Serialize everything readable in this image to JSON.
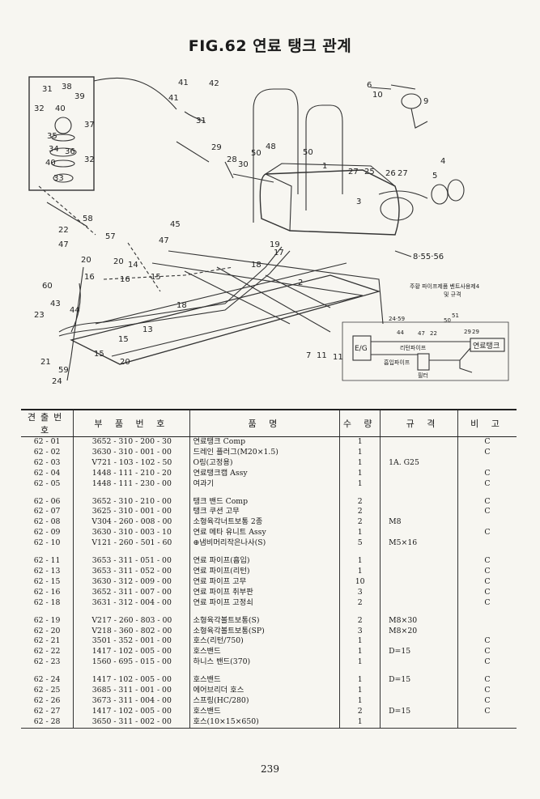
{
  "title": "FIG.62 연료 탱크 관계",
  "page_number": "239",
  "diagram": {
    "callouts": [
      "6",
      "10",
      "9",
      "42",
      "41",
      "41",
      "31",
      "31",
      "38",
      "39",
      "32",
      "40",
      "37",
      "35",
      "34",
      "36",
      "32",
      "40",
      "33",
      "29",
      "28",
      "30",
      "50",
      "48",
      "50",
      "1",
      "27",
      "25",
      "26",
      "27",
      "5",
      "4",
      "3",
      "58",
      "22",
      "57",
      "47",
      "45",
      "47",
      "19",
      "17",
      "18",
      "2",
      "20",
      "20",
      "14",
      "8·55·56",
      "60",
      "16",
      "16",
      "15",
      "43",
      "44",
      "23",
      "18",
      "13",
      "15",
      "15",
      "21",
      "20",
      "59",
      "24",
      "7",
      "11",
      "24·59",
      "50",
      "51",
      "29",
      "29",
      "44",
      "47",
      "22",
      "11"
    ],
    "note_line1": "주황 파이프제품 벤트사용제4",
    "note_line2": "및 규격",
    "flow_boxes": [
      "E/G",
      "연료탱크",
      "필터"
    ],
    "flow_labels": [
      "리턴파이프",
      "흡입파이프"
    ]
  },
  "table": {
    "headers": [
      "견출번호",
      "부 품 번 호",
      "품 명",
      "수 량",
      "규 격",
      "비 고"
    ],
    "groups": [
      [
        {
          "no": "62 - 01",
          "pn": "3652 - 310 - 200 - 30",
          "name": "연료탱크 Comp",
          "qty": "1",
          "spec": "",
          "note": "C"
        },
        {
          "no": "62 - 02",
          "pn": "3630 - 310 - 001 - 00",
          "name": "드레인 플러그(M20×1.5)",
          "qty": "1",
          "spec": "",
          "note": "C"
        },
        {
          "no": "62 - 03",
          "pn": "V721 - 103 - 102 - 50",
          "name": "O링(고정용)",
          "qty": "1",
          "spec": "1A. G25",
          "note": ""
        },
        {
          "no": "62 - 04",
          "pn": "1448 - 111 - 210 - 20",
          "name": "연료탱크캡 Assy",
          "qty": "1",
          "spec": "",
          "note": "C"
        },
        {
          "no": "62 - 05",
          "pn": "1448 - 111 - 230 - 00",
          "name": "여과기",
          "qty": "1",
          "spec": "",
          "note": "C"
        }
      ],
      [
        {
          "no": "62 - 06",
          "pn": "3652 - 310 - 210 - 00",
          "name": "탱크 밴드 Comp",
          "qty": "2",
          "spec": "",
          "note": "C"
        },
        {
          "no": "62 - 07",
          "pn": "3625 - 310 - 001 - 00",
          "name": "탱크 쿠션 고무",
          "qty": "2",
          "spec": "",
          "note": "C"
        },
        {
          "no": "62 - 08",
          "pn": "V304 - 260 - 008 - 00",
          "name": "소형육각너트보통 2종",
          "qty": "2",
          "spec": "M8",
          "note": ""
        },
        {
          "no": "62 - 09",
          "pn": "3630 - 310 - 003 - 10",
          "name": "연료 메타 유니트 Assy",
          "qty": "1",
          "spec": "",
          "note": "C"
        },
        {
          "no": "62 - 10",
          "pn": "V121 - 260 - 501 - 60",
          "name": "⊕냄비머리작은나사(S)",
          "qty": "5",
          "spec": "M5×16",
          "note": ""
        }
      ],
      [
        {
          "no": "62 - 11",
          "pn": "3653 - 311 - 051 - 00",
          "name": "연료 파이프(흡입)",
          "qty": "1",
          "spec": "",
          "note": "C"
        },
        {
          "no": "62 - 13",
          "pn": "3653 - 311 - 052 - 00",
          "name": "연료 파이프(리턴)",
          "qty": "1",
          "spec": "",
          "note": "C"
        },
        {
          "no": "62 - 15",
          "pn": "3630 - 312 - 009 - 00",
          "name": "연료 파이프 고무",
          "qty": "10",
          "spec": "",
          "note": "C"
        },
        {
          "no": "62 - 16",
          "pn": "3652 - 311 - 007 - 00",
          "name": "연료 파이프 취부판",
          "qty": "3",
          "spec": "",
          "note": "C"
        },
        {
          "no": "62 - 18",
          "pn": "3631 - 312 - 004 - 00",
          "name": "연료 파이프 고정쇠",
          "qty": "2",
          "spec": "",
          "note": "C"
        }
      ],
      [
        {
          "no": "62 - 19",
          "pn": "V217 - 260 - 803 - 00",
          "name": "소형육각볼트보통(S)",
          "qty": "2",
          "spec": "M8×30",
          "note": ""
        },
        {
          "no": "62 - 20",
          "pn": "V218 - 360 - 802 - 00",
          "name": "소형육각볼트보통(SP)",
          "qty": "3",
          "spec": "M8×20",
          "note": ""
        },
        {
          "no": "62 - 21",
          "pn": "3501 - 352 - 001 - 00",
          "name": "호스(리턴/750)",
          "qty": "1",
          "spec": "",
          "note": "C"
        },
        {
          "no": "62 - 22",
          "pn": "1417 - 102 - 005 - 00",
          "name": "호스밴드",
          "qty": "1",
          "spec": "D=15",
          "note": "C"
        },
        {
          "no": "62 - 23",
          "pn": "1560 - 695 - 015 - 00",
          "name": "하니스 밴드(370)",
          "qty": "1",
          "spec": "",
          "note": "C"
        }
      ],
      [
        {
          "no": "62 - 24",
          "pn": "1417 - 102 - 005 - 00",
          "name": "호스밴드",
          "qty": "1",
          "spec": "D=15",
          "note": "C"
        },
        {
          "no": "62 - 25",
          "pn": "3685 - 311 - 001 - 00",
          "name": "에어브리더 호스",
          "qty": "1",
          "spec": "",
          "note": "C"
        },
        {
          "no": "62 - 26",
          "pn": "3673 - 311 - 004 - 00",
          "name": "스프링(HC/280)",
          "qty": "1",
          "spec": "",
          "note": "C"
        },
        {
          "no": "62 - 27",
          "pn": "1417 - 102 - 005 - 00",
          "name": "호스밴드",
          "qty": "2",
          "spec": "D=15",
          "note": "C"
        },
        {
          "no": "62 - 28",
          "pn": "3650 - 311 - 002 - 00",
          "name": "호스(10×15×650)",
          "qty": "1",
          "spec": "",
          "note": ""
        }
      ]
    ]
  }
}
